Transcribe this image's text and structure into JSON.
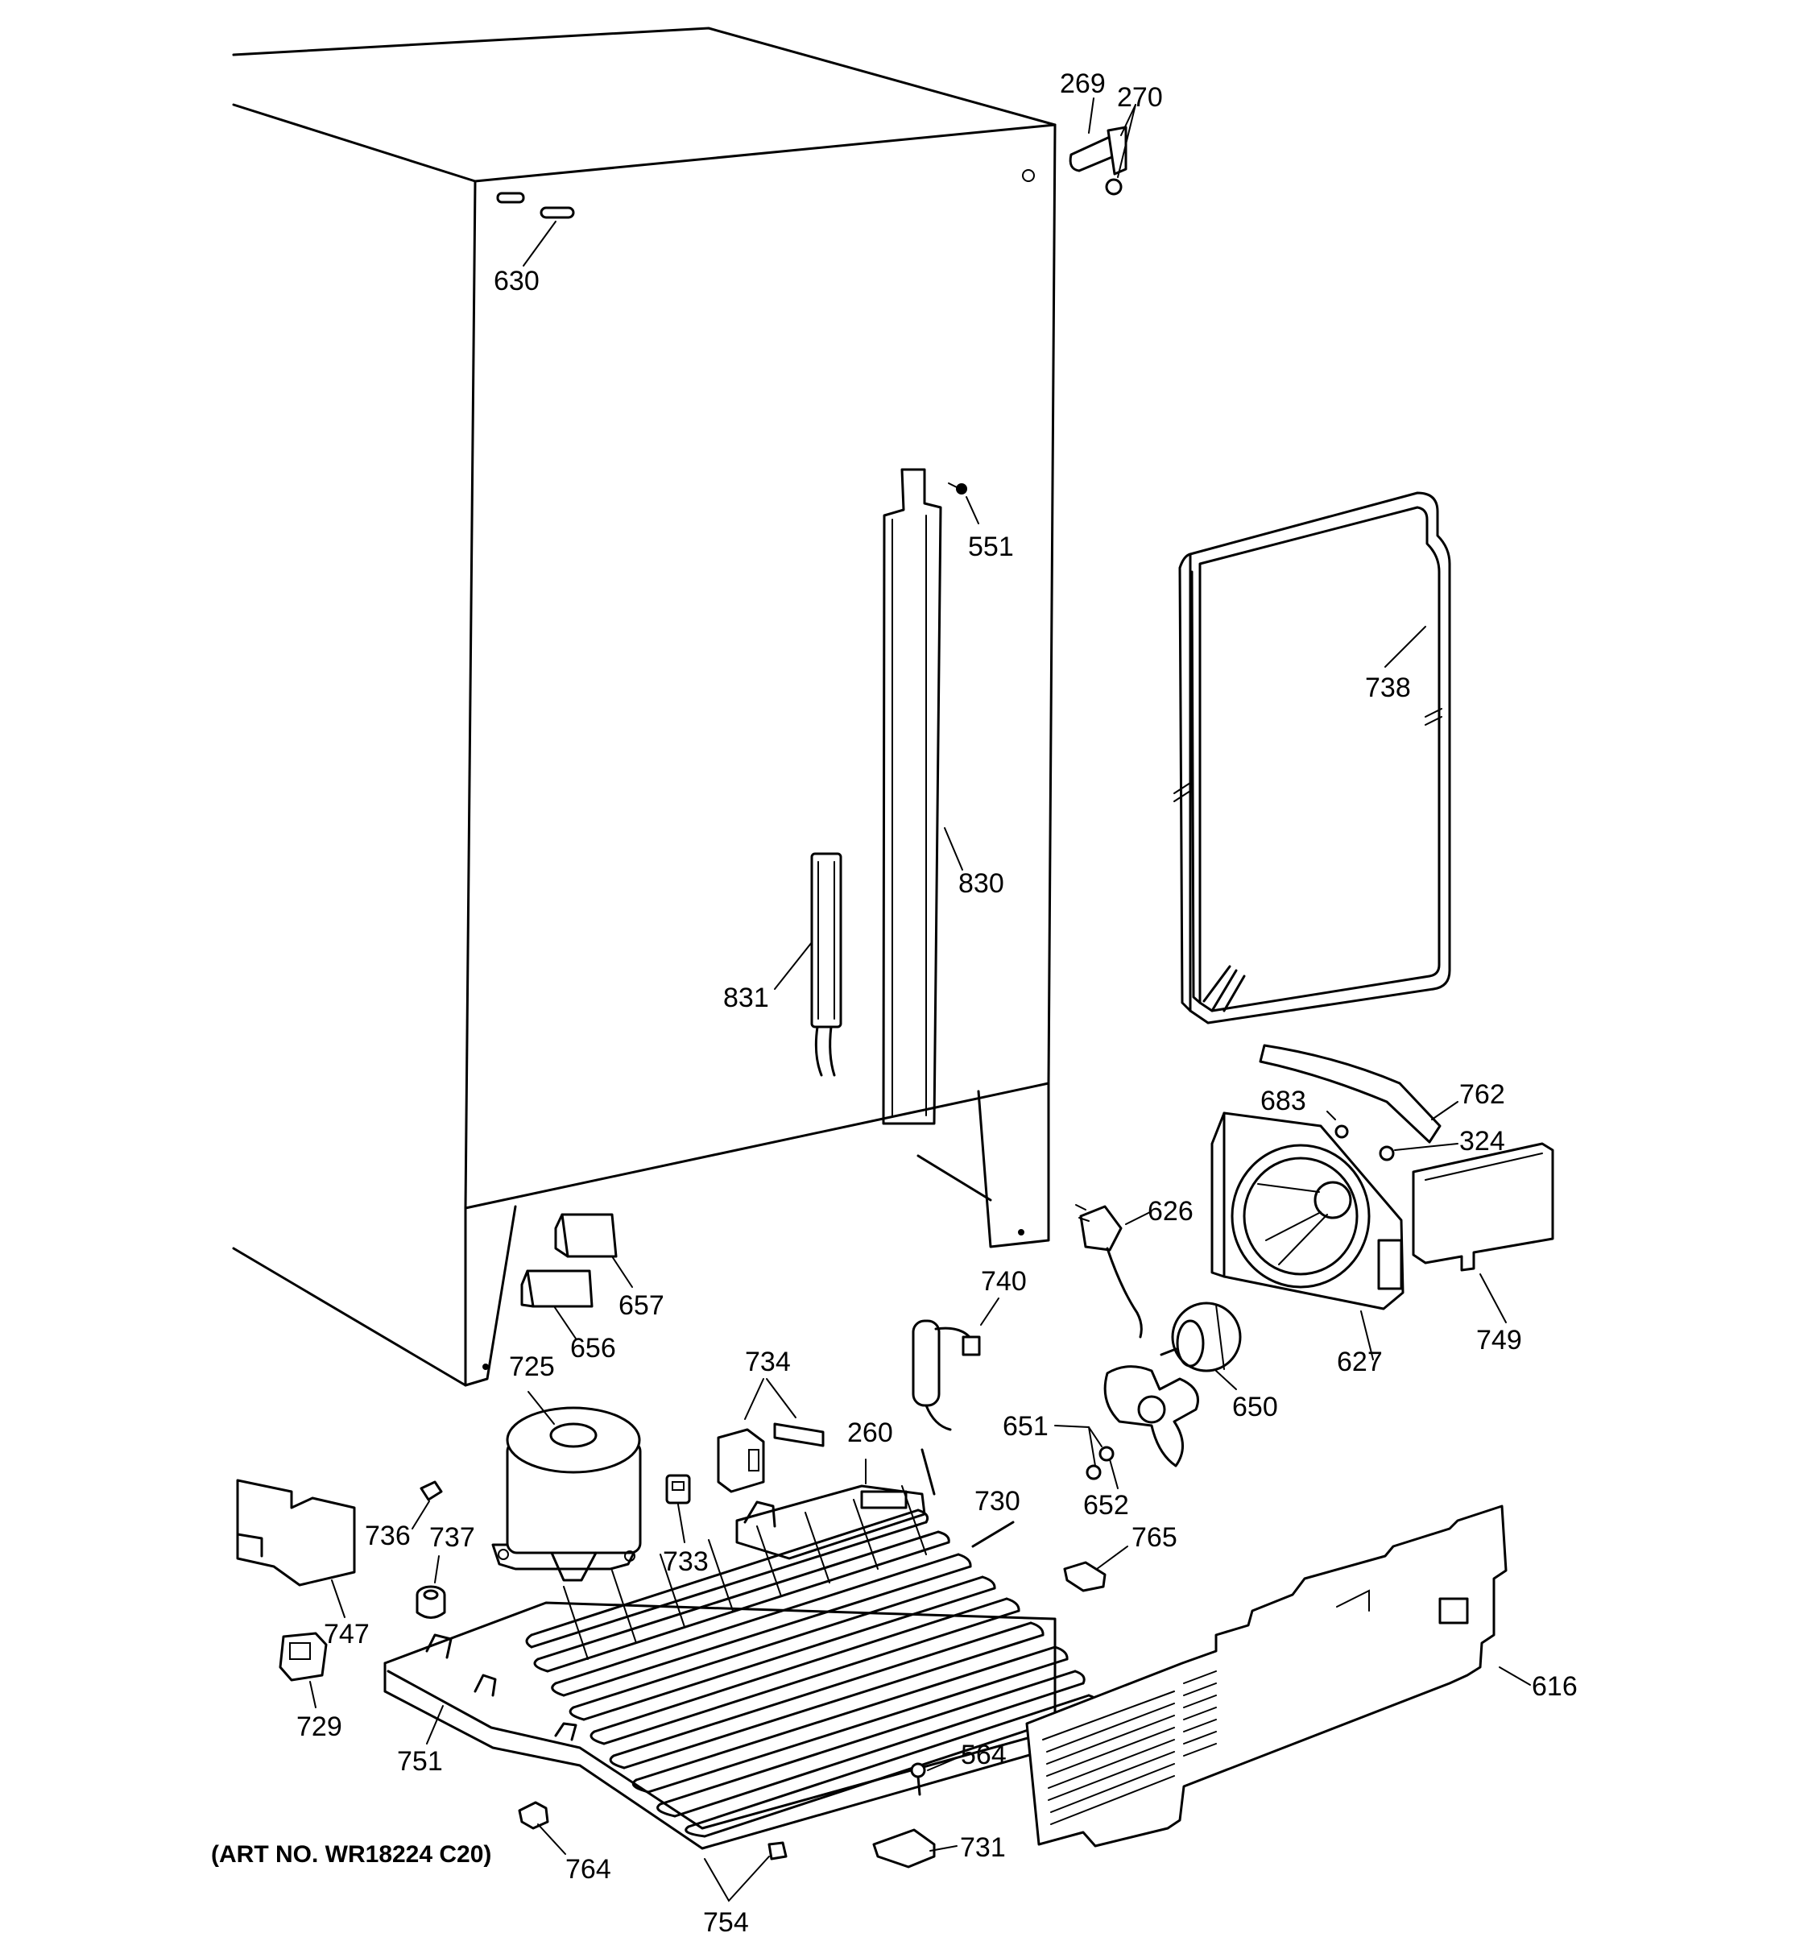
{
  "art_number": "(ART NO. WR18224 C20)",
  "labels": {
    "p269": "269",
    "p270": "270",
    "p630": "630",
    "p551": "551",
    "p738": "738",
    "p830": "830",
    "p831": "831",
    "p683": "683",
    "p762": "762",
    "p324": "324",
    "p626": "626",
    "p657": "657",
    "p656": "656",
    "p740": "740",
    "p749": "749",
    "p627": "627",
    "p650": "650",
    "p725": "725",
    "p734": "734",
    "p260": "260",
    "p651": "651",
    "p652": "652",
    "p730": "730",
    "p765": "765",
    "p736": "736",
    "p737": "737",
    "p733": "733",
    "p747": "747",
    "p729": "729",
    "p751": "751",
    "p616": "616",
    "p564": "564",
    "p764": "764",
    "p731": "731",
    "p754": "754"
  }
}
